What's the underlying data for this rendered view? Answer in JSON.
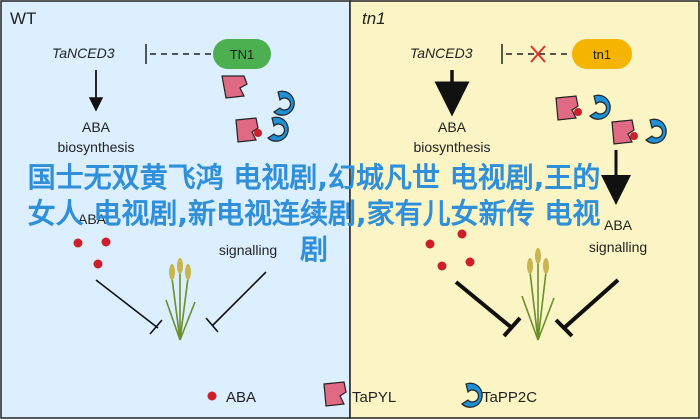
{
  "panels": {
    "wt": {
      "title": "WT",
      "gene": "TaNCED3",
      "pill": "TN1",
      "left_label_line1": "ABA",
      "left_label_line2": "biosynthesis",
      "left_bottom_label": "ABA",
      "right_bottom_label": "signalling"
    },
    "tn1": {
      "title": "tn1",
      "gene": "TaNCED3",
      "pill": "tn1",
      "left_label_line1": "ABA",
      "left_label_line2": "biosynthesis",
      "right_label_line1": "ABA",
      "right_label_line2": "signalling"
    }
  },
  "legend": {
    "aba": "ABA",
    "tapyl": "TaPYL",
    "tapp2c": "TaPP2C"
  },
  "overlay_text": "国士无双黄飞鸿 电视剧,幻城凡世 电视剧,王的女人 电视剧,新电视连续剧,家有儿女新传 电视剧",
  "colors": {
    "wt_bg": "#dcefff",
    "tn1_bg": "#fbf5c5",
    "pill_green": "#4caf50",
    "pill_yellow": "#f5b400",
    "pyl_pink": "#e06a84",
    "pp2c_blue": "#1f8fd6",
    "aba_red": "#cc1f2a",
    "cross_red": "#e0322d",
    "overlay_blue": "#2f8fd8"
  }
}
